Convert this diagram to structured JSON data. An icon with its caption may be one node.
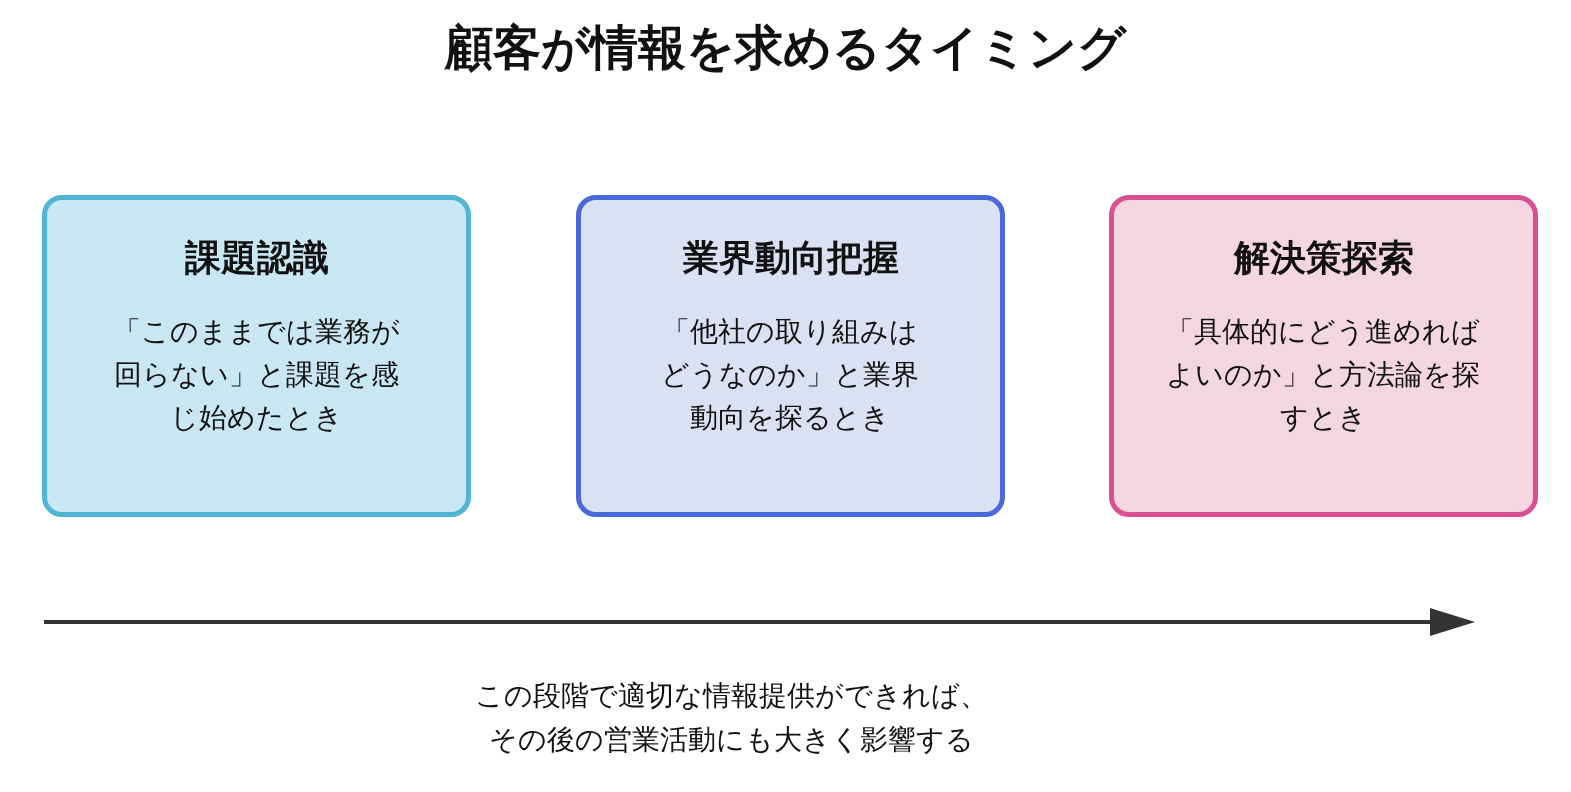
{
  "diagram": {
    "title": "顧客が情報を求めるタイミング",
    "nodes": [
      {
        "text": [
          "課題認識",
          "「このままでは業務が回らない」と課題を感じ始めたとき"
        ]
      },
      {
        "text": [
          "業界動向把握",
          "「他社の取り組みはどうなのか」と業界動向を探るとき"
        ]
      },
      {
        "text": [
          "解決策探索",
          "「具体的にどう進めればよいのか」と方法論を探すとき"
        ]
      }
    ],
    "labels": [
      "この段階で適切な情報提供ができれば、その後の営業活動にも大きく影響する"
    ]
  }
}
